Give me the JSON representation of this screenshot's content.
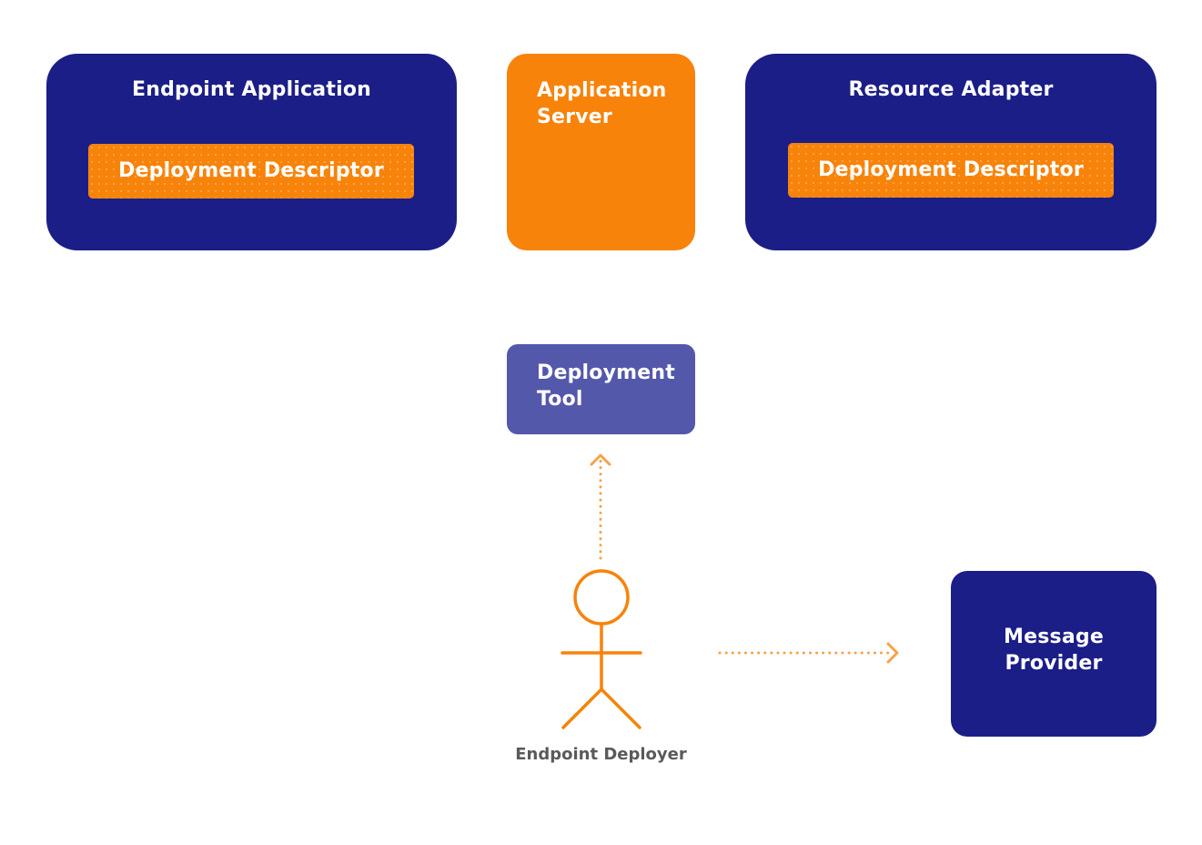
{
  "endpoint_application": {
    "title": "Endpoint Application",
    "descriptor": "Deployment Descriptor"
  },
  "application_server": {
    "title": "Application\nServer"
  },
  "resource_adapter": {
    "title": "Resource Adapter",
    "descriptor": "Deployment Descriptor"
  },
  "deployment_tool": {
    "title": "Deployment\nTool"
  },
  "message_provider": {
    "title": "Message\nProvider"
  },
  "actor": {
    "label": "Endpoint Deployer",
    "icon": "stick-figure-icon"
  },
  "colors": {
    "navy": "#1b1e87",
    "orange": "#f7830a",
    "purple": "#5458ab",
    "arrow": "#f7a24a",
    "actor_label": "#5a5a5a"
  }
}
